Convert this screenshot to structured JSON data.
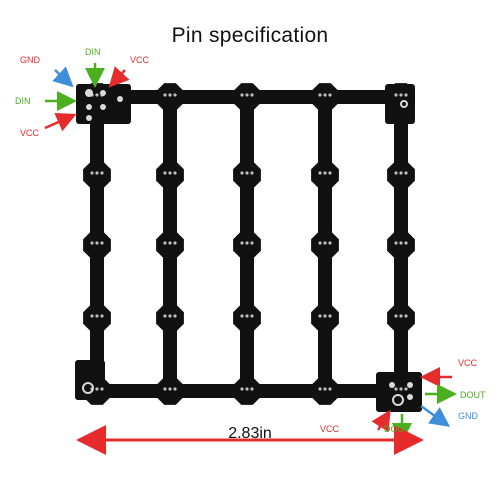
{
  "title": "Pin specification",
  "dimension": "2.83in",
  "colors": {
    "red": "#e52b2b",
    "green": "#4caf1f",
    "blue": "#3f8fd8",
    "pcb": "#111111",
    "pad": "#cfcfcf"
  },
  "input_pins": [
    {
      "label": "GND",
      "color": "#e52b2b",
      "arrow": "blue"
    },
    {
      "label": "DIN",
      "color": "#4caf1f",
      "arrow": "green"
    },
    {
      "label": "VCC",
      "color": "#e52b2b",
      "arrow": "red"
    },
    {
      "label": "DIN",
      "color": "#4caf1f",
      "arrow": "green"
    },
    {
      "label": "VCC",
      "color": "#e52b2b",
      "arrow": "red"
    }
  ],
  "output_pins": [
    {
      "label": "VCC",
      "color": "#e52b2b",
      "arrow": "red"
    },
    {
      "label": "DOUT",
      "color": "#4caf1f",
      "arrow": "green"
    },
    {
      "label": "GND",
      "color": "#3f8fd8",
      "arrow": "blue"
    },
    {
      "label": "VCC",
      "color": "#e52b2b",
      "arrow": "red"
    },
    {
      "label": "DOUT",
      "color": "#4caf1f",
      "arrow": "green"
    }
  ]
}
